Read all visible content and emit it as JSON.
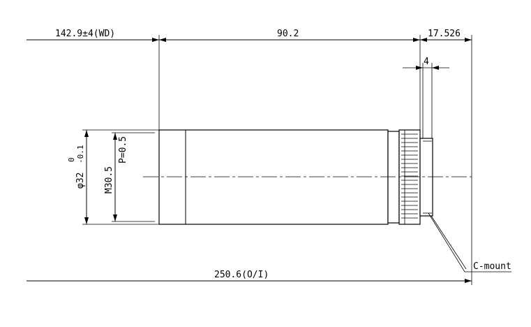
{
  "dimensions": {
    "working_distance": "142.9±4(WD)",
    "body_length": "90.2",
    "mount_length": "17.526",
    "flange": "4",
    "total_length": "250.6(O/I)",
    "diameter": "φ32",
    "diameter_tol_upper": "0",
    "diameter_tol_lower": "-0.1",
    "thread": "M30.5",
    "pitch": "P=0.5"
  },
  "callout": {
    "mount": "C-mount"
  }
}
